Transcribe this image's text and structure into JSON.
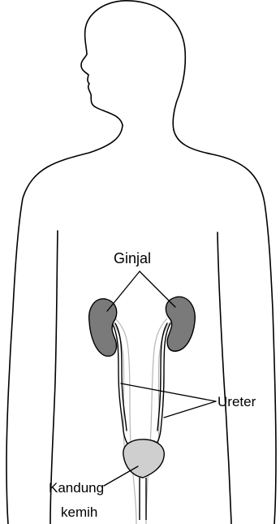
{
  "diagram": {
    "labels": {
      "kidney": "Ginjal",
      "ureter": "Ureter",
      "bladder_line1": "Kandung",
      "bladder_line2": "kemih"
    },
    "colors": {
      "kidney": "#7a7a7a",
      "bladder": "#cfcfcf",
      "outline": "#000000",
      "vessel": "#b5b5b5"
    }
  }
}
